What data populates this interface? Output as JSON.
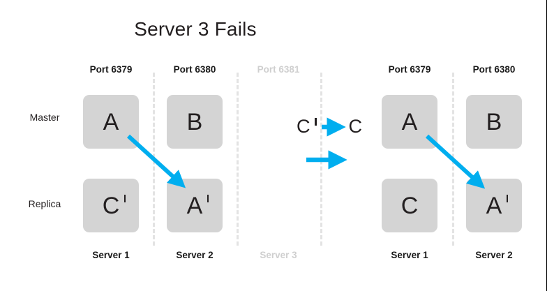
{
  "slide": {
    "title": "Server 3 Fails",
    "background_color": "#ffffff",
    "accent_color": "#00aeef",
    "node_color": "#d4d4d4",
    "text_color": "#231f20",
    "dim_color": "#cfcfcf"
  },
  "row_labels": {
    "master": "Master",
    "replica": "Replica"
  },
  "left_cluster": {
    "columns": [
      {
        "port": "Port 6379",
        "server": "Server 1",
        "failed": false,
        "master": "A",
        "master_prime": false,
        "replica": "C",
        "replica_prime": true
      },
      {
        "port": "Port 6380",
        "server": "Server 2",
        "failed": false,
        "master": "B",
        "master_prime": false,
        "replica": "A",
        "replica_prime": true
      },
      {
        "port": "Port 6381",
        "server": "Server 3",
        "failed": true,
        "master": "",
        "master_prime": false,
        "replica": "",
        "replica_prime": false
      }
    ]
  },
  "right_cluster": {
    "columns": [
      {
        "port": "Port 6379",
        "server": "Server 1",
        "failed": false,
        "master": "A",
        "master_prime": false,
        "replica": "C",
        "replica_prime": false
      },
      {
        "port": "Port 6380",
        "server": "Server 2",
        "failed": false,
        "master": "B",
        "master_prime": false,
        "replica": "A",
        "replica_prime": true
      }
    ]
  },
  "legend": {
    "mapping_from": "C",
    "mapping_from_prime": true,
    "mapping_to": "C",
    "mapping_to_prime": false,
    "arrow_icon": "right-arrow-icon",
    "plain_arrow_icon": "right-arrow-icon"
  }
}
